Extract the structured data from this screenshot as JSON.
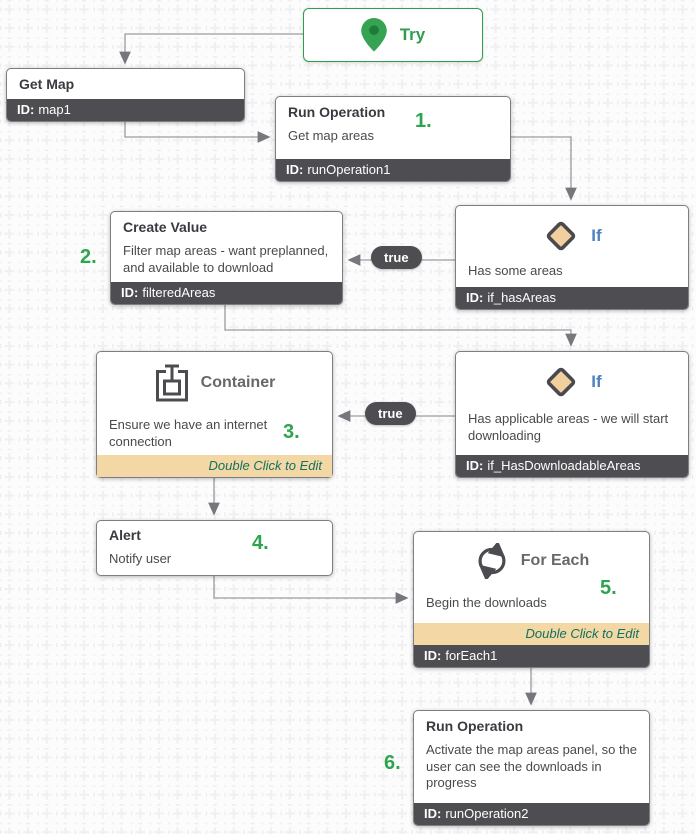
{
  "app": {
    "view": "workflow-canvas"
  },
  "labels": {
    "id_prefix": "ID:",
    "true_label": "true",
    "double_click_hint": "Double Click to Edit"
  },
  "nodes": {
    "try": {
      "title": "Try",
      "icon": "pin-icon"
    },
    "getMap": {
      "title": "Get Map",
      "id": "map1"
    },
    "runOperation1": {
      "title": "Run Operation",
      "description": "Get map areas",
      "id": "runOperation1",
      "number": "1."
    },
    "if1": {
      "title": "If",
      "description": "Has some areas",
      "id": "if_hasAreas",
      "icon": "diamond-icon"
    },
    "createValue": {
      "title": "Create Value",
      "description": "Filter map areas - want preplanned, and available to download",
      "id": "filteredAreas",
      "number": "2."
    },
    "container": {
      "title": "Container",
      "description": "Ensure we have an internet connection",
      "number": "3.",
      "icon": "container-icon",
      "hint": "Double Click to Edit"
    },
    "if2": {
      "title": "If",
      "description": "Has applicable areas - we will start downloading",
      "id": "if_HasDownloadableAreas",
      "icon": "diamond-icon"
    },
    "alert": {
      "title": "Alert",
      "description": "Notify user",
      "number": "4."
    },
    "forEach": {
      "title": "For Each",
      "description": "Begin the downloads",
      "id": "forEach1",
      "number": "5.",
      "icon": "loop-icon",
      "hint": "Double Click to Edit"
    },
    "runOperation2": {
      "title": "Run Operation",
      "description": "Activate the map areas panel, so the user can see the downloads in progress",
      "id": "runOperation2",
      "number": "6."
    }
  },
  "edges": [
    {
      "from": "try",
      "to": "getMap"
    },
    {
      "from": "getMap",
      "to": "runOperation1"
    },
    {
      "from": "runOperation1",
      "to": "if1"
    },
    {
      "from": "if1",
      "to": "createValue",
      "label": "true"
    },
    {
      "from": "createValue",
      "to": "if2"
    },
    {
      "from": "if2",
      "to": "container",
      "label": "true"
    },
    {
      "from": "container",
      "to": "alert"
    },
    {
      "from": "alert",
      "to": "forEach"
    },
    {
      "from": "forEach",
      "to": "runOperation2"
    }
  ],
  "colors": {
    "accent_green": "#2fa44e",
    "try_border": "#2e9e4c",
    "if_blue": "#4e80c0",
    "diamond_fill": "#f2cf9e",
    "icon_dark": "#4c4c50",
    "footer_dark": "#4d4d52",
    "hint_bar_bg": "#f3d7a4",
    "hint_text": "#0e7360",
    "edge_line": "#9b9b9e",
    "node_border": "#7e7e82"
  }
}
